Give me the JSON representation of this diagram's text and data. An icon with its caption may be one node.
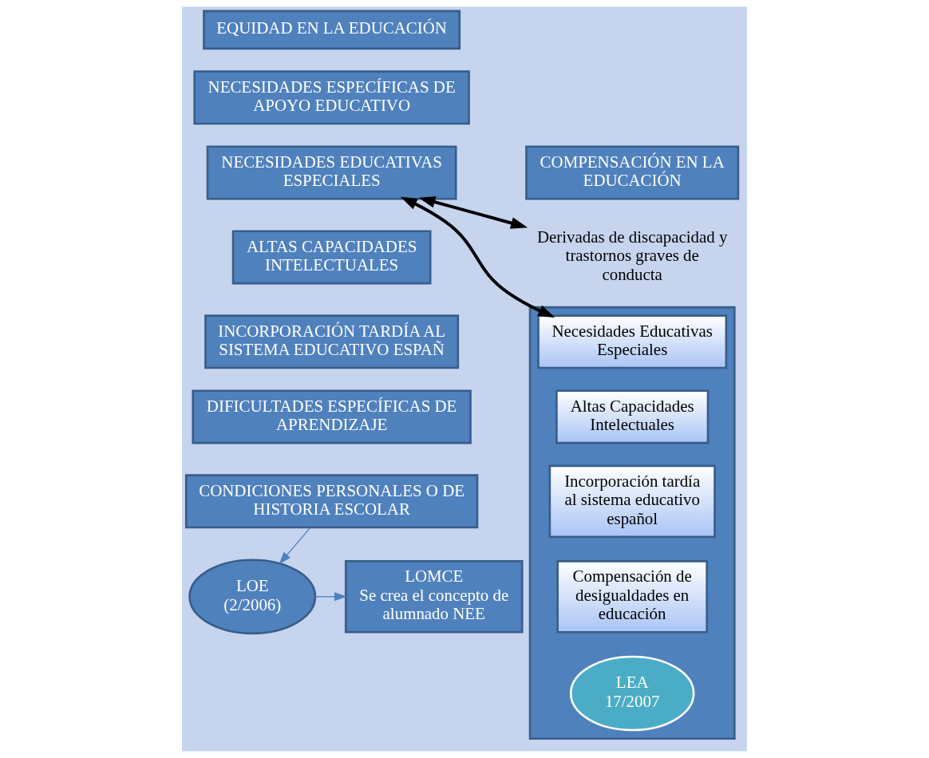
{
  "diagram": {
    "nodes": [
      {
        "text": [
          "EQUIDAD EN LA EDUCACIÓN"
        ]
      },
      {
        "text": [
          "NECESIDADES ESPECÍFICAS DE APOYO EDUCATIVO"
        ]
      },
      {
        "text": [
          "NECESIDADES EDUCATIVAS ESPECIALES"
        ]
      },
      {
        "text": [
          "ALTAS CAPACIDADES INTELECTUALES"
        ]
      },
      {
        "text": [
          "INCORPORACIÓN TARDÍA AL SISTEMA EDUCATIVO ESPAÑ"
        ]
      },
      {
        "text": [
          "DIFICULTADES ESPECÍFICAS DE APRENDIZAJE"
        ]
      },
      {
        "text": [
          "CONDICIONES PERSONALES O DE HISTORIA ESCOLAR"
        ]
      },
      {
        "text": [
          "COMPENSACIÓN EN LA EDUCACIÓN"
        ]
      },
      {
        "text": [
          "Derivadas de discapacidad y trastornos graves de conducta"
        ]
      },
      {
        "text": [],
        "shape": "box"
      },
      {
        "text": [
          "Necesidades Educativas Especiales"
        ],
        "in": 9
      },
      {
        "text": [
          "Altas Capacidades Intelectuales"
        ],
        "in": 9
      },
      {
        "text": [
          "Incorporación tardía al sistema educativo español"
        ],
        "in": 9
      },
      {
        "text": [
          "Compensación de desigualdades en educación"
        ],
        "in": 9
      },
      {
        "text": [
          "LEA 17/2007"
        ],
        "in": 9
      },
      {
        "text": [
          "LOE (2/2006)"
        ]
      },
      {
        "text": [
          "LOMCE",
          "Se crea el concepto de alumnado NEE"
        ]
      }
    ],
    "edges": [
      {
        "from": 2,
        "to": 8,
        "arrow": "both",
        "style": "thick",
        "color": "#000000"
      },
      {
        "from": 2,
        "to": 10,
        "arrow": "both",
        "style": "thick",
        "color": "#000000"
      },
      {
        "from": 6,
        "to": 15,
        "arrow": "to",
        "color": "#4f81bd"
      },
      {
        "from": 15,
        "to": 16,
        "arrow": "to",
        "color": "#4f81bd"
      }
    ]
  }
}
